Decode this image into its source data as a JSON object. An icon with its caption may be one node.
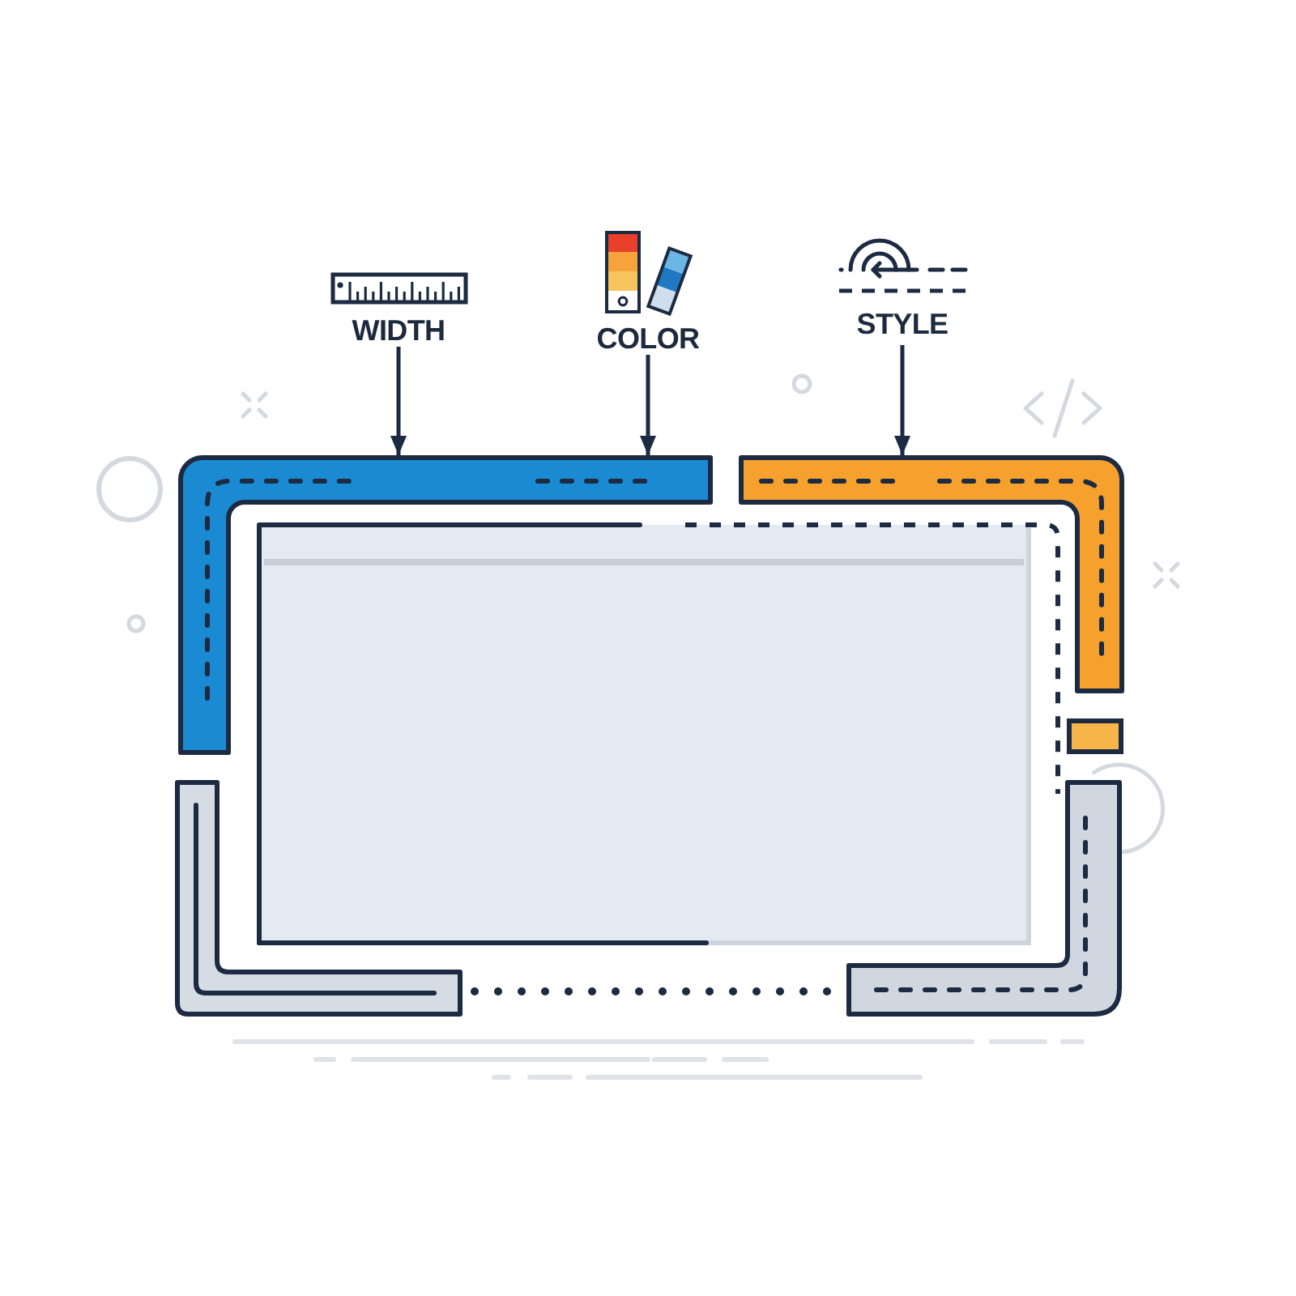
{
  "diagram": {
    "nodes": [
      {
        "text": [
          "WIDTH"
        ]
      },
      {
        "text": [
          "COLOR"
        ]
      },
      {
        "text": [
          "STYLE"
        ]
      },
      {
        "text": [],
        "shape": "bar"
      },
      {
        "text": [],
        "shape": "bar"
      }
    ],
    "edges": [
      {
        "from": 0,
        "to": 3,
        "arrow": "to"
      },
      {
        "from": 1,
        "to": 3,
        "arrow": "to"
      },
      {
        "from": 2,
        "to": 4,
        "arrow": "to"
      }
    ]
  }
}
